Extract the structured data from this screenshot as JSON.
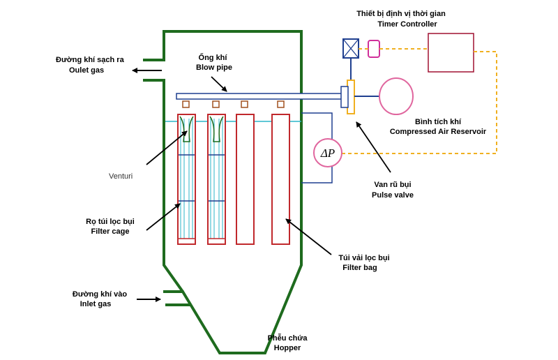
{
  "labels": {
    "timer_vi": "Thiết bị định vị thời gian",
    "timer_en": "Timer Controller",
    "outlet_vi": "Đường khí sạch ra",
    "outlet_en": "Oulet gas",
    "blowpipe_vi": "Ống khí",
    "blowpipe_en": "Blow pipe",
    "reservoir_vi": "Bình tích khí",
    "reservoir_en": "Compressed Air Reservoir",
    "venturi": "Venturi",
    "pulse_vi": "Van rũ bụi",
    "pulse_en": "Pulse valve",
    "cage_vi": "Rọ túi lọc bụi",
    "cage_en": "Filter cage",
    "bag_vi": "Túi vải lọc bụi",
    "bag_en": "Filter bag",
    "inlet_vi": "Đường khí vào",
    "inlet_en": "Inlet gas",
    "hopper_vi": "Phễu chứa",
    "hopper_en": "Hopper",
    "gauge_symbol": "ΔP"
  },
  "colors": {
    "housing": "#1e6b1e",
    "bag": "#c0282c",
    "pipe": "#1f3f8f",
    "cyan": "#2bb5c9",
    "reservoir": "#e0669e",
    "signal": "#f0b020",
    "valve": "#f0b020",
    "text": "#000000"
  }
}
